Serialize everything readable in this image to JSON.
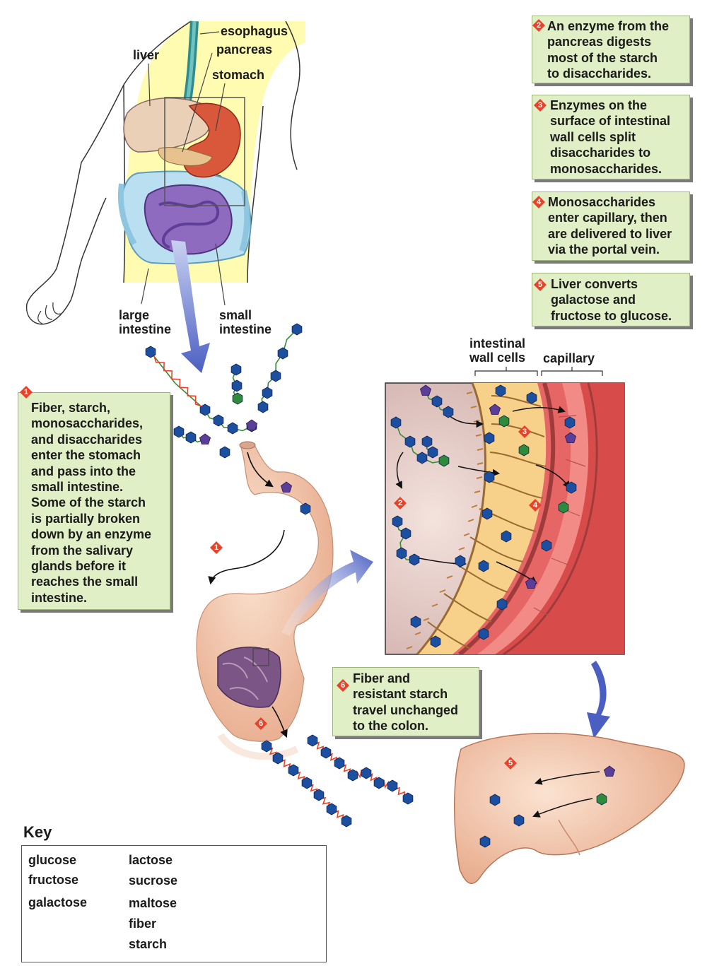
{
  "labels": {
    "esophagus": "esophagus",
    "liver": "liver",
    "pancreas": "pancreas",
    "stomach": "stomach",
    "large_intestine": "large\nintestine",
    "small_intestine": "small\nintestine",
    "intestinal_wall_cells": "intestinal\nwall cells",
    "capillary": "capillary"
  },
  "steps": [
    {
      "num": "1",
      "text": "Fiber, starch,\nmonosaccharides,\nand disaccharides\nenter the stomach\nand pass into the\nsmall intestine.\nSome of the starch\nis partially broken\ndown by an enzyme\nfrom the salivary\nglands before it\nreaches the small\nintestine."
    },
    {
      "num": "2",
      "text": "An enzyme from the\npancreas digests\nmost of the starch\nto disaccharides."
    },
    {
      "num": "3",
      "text": "Enzymes on the\nsurface of intestinal\nwall cells split\ndisaccharides to\nmonosaccharides."
    },
    {
      "num": "4",
      "text": "Monosaccharides\nenter capillary, then\nare delivered to liver\nvia the portal vein."
    },
    {
      "num": "5",
      "text": "Liver converts\ngalactose and\nfructose to glucose."
    },
    {
      "num": "6",
      "text": "Fiber and\nresistant starch\ntravel unchanged\nto the colon."
    }
  ],
  "marker_numbers": [
    "1",
    "2",
    "3",
    "4",
    "5",
    "6"
  ],
  "key": {
    "title": "Key",
    "monosaccharides": [
      {
        "label": "glucose",
        "color": "#1d4fa0"
      },
      {
        "label": "fructose",
        "color": "#5b3d9a"
      },
      {
        "label": "galactose",
        "color": "#2e8b3a"
      }
    ],
    "chains": [
      {
        "label": "lactose"
      },
      {
        "label": "sucrose"
      },
      {
        "label": "maltose"
      },
      {
        "label": "fiber"
      },
      {
        "label": "starch"
      }
    ]
  },
  "colors": {
    "glucose": "#1d4fa0",
    "fructose": "#5b3d9a",
    "galactose": "#2e8b3a",
    "box_fill": "#e1efc6",
    "marker": "#e8432a",
    "arrow": "#5a6fc8",
    "organ": "#f2c6a8",
    "bond_red": "#e8432a",
    "bond_green": "#3a8a3a"
  }
}
